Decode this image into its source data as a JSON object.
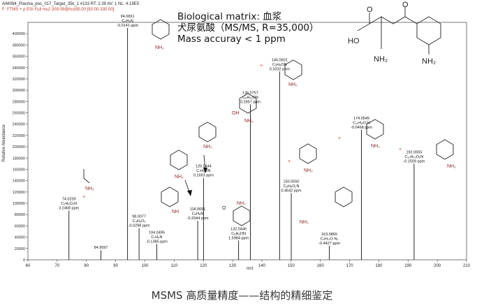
{
  "header": {
    "line1": "AIM084_Plasma_pos_017_Target_35k_1 #133   RT: 2.39   AV: 1   NL: 4.19E5",
    "line2": "F: FTMS + p ESI Full ms2 209.09@hcd35.00 [50.00-230.00]"
  },
  "info": {
    "line1": "Biological matrix: 血浆",
    "line2": "犬尿氨酸（MS/MS, R=35,000）",
    "line3": "Mass accuray < 1 ppm"
  },
  "caption": "MSMS 高质量精度——结构的精细鉴定",
  "structure_labels": {
    "main_oh": "HO",
    "main_nh2_a": "NH₂",
    "main_nh2_b": "NH₂",
    "main_o_a": "O",
    "main_o_b": "O",
    "nh2": "NH₂",
    "nh": "NH",
    "oh2": "OH",
    "o": "O",
    "plus": "+"
  },
  "chart_data": {
    "type": "bar",
    "xlabel": "m/z",
    "ylabel": "Relative Abundance",
    "xlim": [
      60,
      210
    ],
    "ylim": [
      0,
      420000
    ],
    "xticks": [
      60,
      70,
      80,
      90,
      100,
      110,
      120,
      130,
      140,
      150,
      160,
      170,
      180,
      190,
      200,
      210
    ],
    "yticks": [
      0,
      20000,
      40000,
      60000,
      80000,
      100000,
      120000,
      140000,
      160000,
      180000,
      200000,
      220000,
      240000,
      260000,
      280000,
      300000,
      320000,
      340000,
      360000,
      380000,
      400000
    ],
    "peaks": [
      {
        "mz": 74.0239,
        "intensity": 87000,
        "labels": [
          "74.0239",
          "C₂H₄O₂N",
          "3.2468 ppm"
        ]
      },
      {
        "mz": 84.9597,
        "intensity": 17000,
        "labels": [
          "84.9597"
        ]
      },
      {
        "mz": 94.0651,
        "intensity": 410000,
        "labels": [
          "94.0651",
          "C₆H₈N",
          "-0.0141 ppm"
        ]
      },
      {
        "mz": 98.0077,
        "intensity": 56000,
        "labels": [
          "98.0077",
          "C₄H₆O₃",
          "-0.0298 ppm"
        ]
      },
      {
        "mz": 104.0495,
        "intensity": 28000,
        "labels": [
          "104.0495",
          "C₇H₆N",
          "-0.1385 ppm"
        ]
      },
      {
        "mz": 118.0651,
        "intensity": 69000,
        "labels": [
          "118.0651",
          "C₈H₈N",
          "-0.3344 ppm"
        ]
      },
      {
        "mz": 120.0444,
        "intensity": 145000,
        "labels": [
          "120.0444",
          "C₇H₆ON",
          "0.1693 ppm"
        ]
      },
      {
        "mz": 132.0446,
        "intensity": 34000,
        "labels": [
          "132.0446",
          "C₈H₆ON",
          "1.5984 ppm"
        ]
      },
      {
        "mz": 136.0757,
        "intensity": 275000,
        "labels": [
          "136.0757",
          "C₈H₁₀ON",
          "0.2857 ppm"
        ]
      },
      {
        "mz": 146.0601,
        "intensity": 333000,
        "labels": [
          "146.0601",
          "C₉H₈ON",
          "0.3332 ppm"
        ]
      },
      {
        "mz": 150.055,
        "intensity": 118000,
        "labels": [
          "150.0550",
          "C₈H₈O₂N",
          "0.4542 ppm"
        ]
      },
      {
        "mz": 163.0865,
        "intensity": 25000,
        "labels": [
          "163.0865",
          "C₉H₁₁O N₂",
          "-0.4427 ppm"
        ]
      },
      {
        "mz": 174.0549,
        "intensity": 230000,
        "labels": [
          "174.0549",
          "C₁₀H₈O₂N",
          "-0.0468 ppm"
        ]
      },
      {
        "mz": 192.0655,
        "intensity": 170000,
        "labels": [
          "192.0655",
          "C₁₀H₁₀O₃N",
          "-0.1509 ppm"
        ]
      }
    ]
  }
}
